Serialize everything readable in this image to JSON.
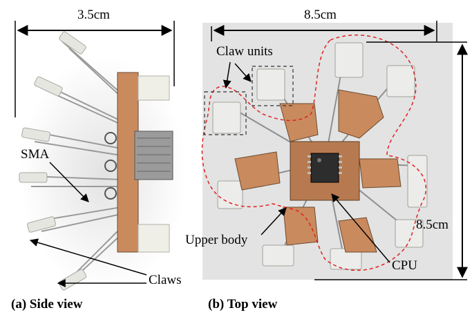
{
  "side_view": {
    "caption": "(a) Side view",
    "width_label": "3.5cm",
    "labels": {
      "sma": "SMA",
      "claws": "Claws"
    }
  },
  "top_view": {
    "caption": "(b) Top view",
    "width_label": "8.5cm",
    "height_label": "8.5cm",
    "labels": {
      "claw_units": "Claw units",
      "upper_body": "Upper body",
      "cpu": "CPU"
    }
  },
  "colors": {
    "top_background": "#e3e3e3",
    "copper": "#c98a5e",
    "outline_dash": "#e02020",
    "box_dash": "#333333"
  }
}
